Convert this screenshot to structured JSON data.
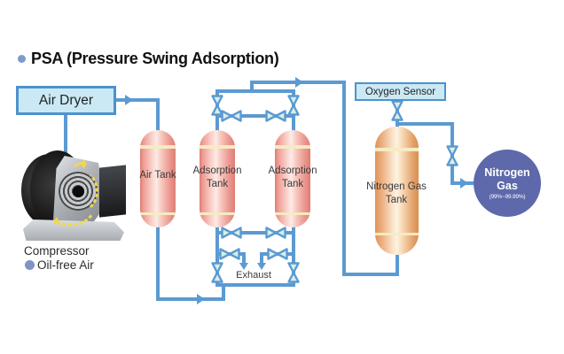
{
  "header": {
    "title": "PSA (Pressure Swing Adsorption)"
  },
  "air_supply": {
    "air_dryer_label": "Air Dryer",
    "compressor_label": "Compressor",
    "oil_free_air_label": "Oil-free Air"
  },
  "tanks": {
    "air_tank": "Air Tank",
    "adsorption_tank_1": "Adsorption Tank",
    "adsorption_tank_2": "Adsorption Tank",
    "nitrogen_gas_tank": "Nitrogen Gas Tank"
  },
  "exhaust_label": "Exhaust",
  "measurement": {
    "oxygen_sensor_label": "Oxygen Sensor"
  },
  "output": {
    "product_line1": "Nitrogen",
    "product_line2": "Gas",
    "purity": "(99%~99.99%)"
  },
  "colors": {
    "pipe": "#5b9ad2",
    "valve_fill": "#d8efe6",
    "box_fill": "#cae9f5",
    "box_border": "#4d92cc",
    "tank_band": "#f5ecc0",
    "circle": "#5d69aa",
    "bullet": "#7e99cd",
    "label": "#3a3a3a",
    "title": "#111111"
  }
}
